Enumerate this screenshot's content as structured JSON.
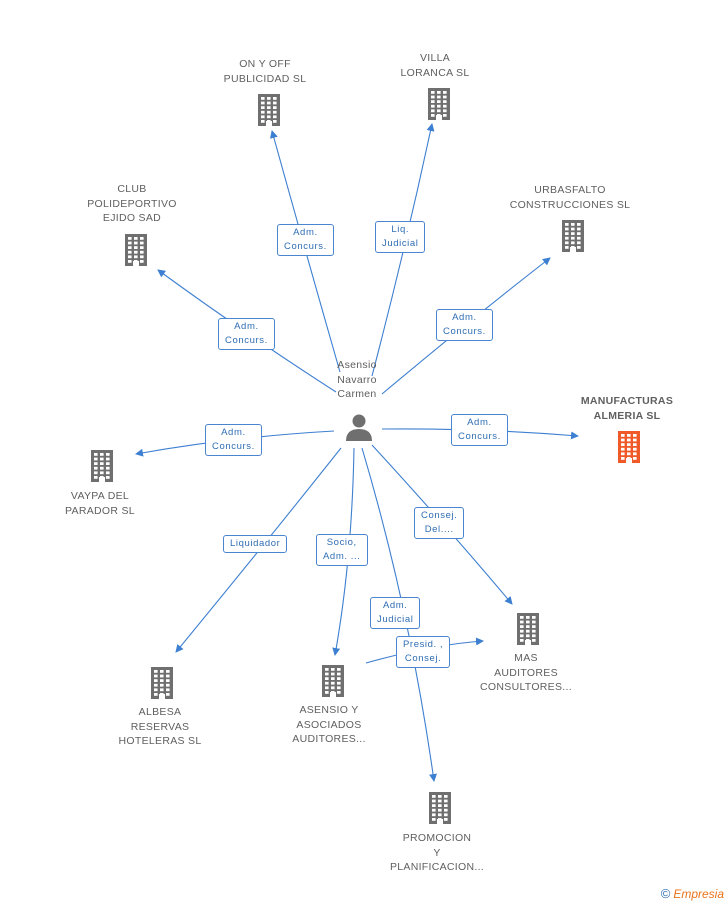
{
  "center": {
    "name_lines": [
      "Asensio",
      "Navarro",
      "Carmen"
    ]
  },
  "companies": [
    {
      "id": "on-y-off",
      "lines": [
        "ON Y OFF",
        "PUBLICIDAD SL"
      ],
      "highlight": false
    },
    {
      "id": "villa-loranca",
      "lines": [
        "VILLA",
        "LORANCA SL"
      ],
      "highlight": false
    },
    {
      "id": "club-polideportivo",
      "lines": [
        "CLUB",
        "POLIDEPORTIVO",
        "EJIDO SAD"
      ],
      "highlight": false
    },
    {
      "id": "urbasfalto",
      "lines": [
        "URBASFALTO",
        "CONSTRUCCIONES SL"
      ],
      "highlight": false
    },
    {
      "id": "manufacturas-almeria",
      "lines": [
        "MANUFACTURAS",
        "ALMERIA SL"
      ],
      "highlight": true
    },
    {
      "id": "vaypa",
      "lines": [
        "VAYPA DEL",
        "PARADOR SL"
      ],
      "highlight": false
    },
    {
      "id": "mas-auditores",
      "lines": [
        "MAS",
        "AUDITORES",
        "CONSULTORES..."
      ],
      "highlight": false
    },
    {
      "id": "albesa",
      "lines": [
        "ALBESA",
        "RESERVAS",
        "HOTELERAS SL"
      ],
      "highlight": false
    },
    {
      "id": "asensio-asociados",
      "lines": [
        "ASENSIO Y",
        "ASOCIADOS",
        "AUDITORES..."
      ],
      "highlight": false
    },
    {
      "id": "promocion",
      "lines": [
        "PROMOCION",
        "Y",
        "PLANIFICACION..."
      ],
      "highlight": false
    }
  ],
  "relations": [
    {
      "id": "r-on-y-off",
      "lines": [
        "Adm.",
        "Concurs."
      ]
    },
    {
      "id": "r-villa",
      "lines": [
        "Liq.",
        "Judicial"
      ]
    },
    {
      "id": "r-club",
      "lines": [
        "Adm.",
        "Concurs."
      ]
    },
    {
      "id": "r-urbasfalto",
      "lines": [
        "Adm.",
        "Concurs."
      ]
    },
    {
      "id": "r-manufacturas",
      "lines": [
        "Adm.",
        "Concurs."
      ]
    },
    {
      "id": "r-vaypa",
      "lines": [
        "Adm.",
        "Concurs."
      ]
    },
    {
      "id": "r-mas",
      "lines": [
        "Consej.",
        "Del...."
      ]
    },
    {
      "id": "r-albesa",
      "lines": [
        "Liquidador"
      ]
    },
    {
      "id": "r-asensio",
      "lines": [
        "Socio,",
        "Adm. ..."
      ]
    },
    {
      "id": "r-promocion",
      "lines": [
        "Adm.",
        "Judicial"
      ]
    },
    {
      "id": "r-asensio-mas",
      "lines": [
        "Presid. ,",
        "Consej."
      ]
    }
  ],
  "footer": {
    "copyright": "©",
    "brand": "Empresia"
  },
  "colors": {
    "edge": "#3d7fd0",
    "building": "#6f6f6f",
    "highlight": "#f05a28",
    "label_border": "#4a86cf"
  }
}
